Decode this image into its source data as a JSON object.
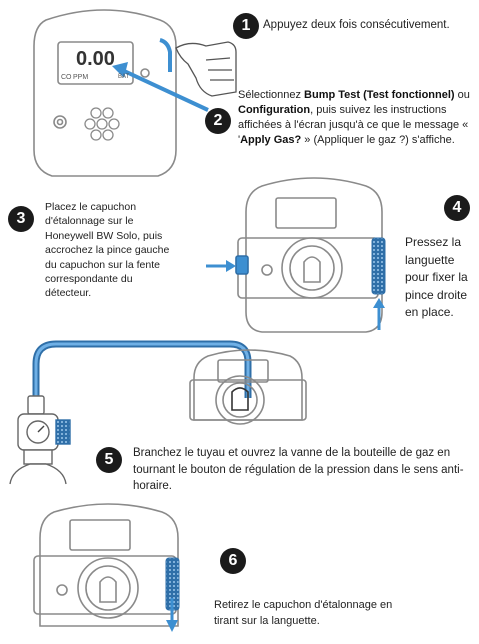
{
  "steps": [
    {
      "number": "1",
      "text": "Appuyez deux fois consécutivement."
    },
    {
      "number": "2",
      "intro": "Sélectionnez ",
      "bold1": "Bump Test (Test fonctionnel)",
      "mid1": " ou ",
      "bold2": "Configuration",
      "mid2": ", puis suivez les instructions affichées à l'écran jusqu'à ce que le message « '",
      "bold3": "Apply Gas?",
      "end": " » (Appliquer le gaz ?) s'affiche."
    },
    {
      "number": "3",
      "text": "Placez le capuchon d'étalonnage sur le Honeywell BW Solo, puis accrochez la pince gauche du capuchon sur la fente correspondante du détecteur."
    },
    {
      "number": "4",
      "text": "Pressez la languette pour fixer la pince droite en place."
    },
    {
      "number": "5",
      "text": "Branchez le tuyau et ouvrez la vanne de la bouteille de gaz en tournant le bouton de régulation de la pression dans le sens anti-horaire."
    },
    {
      "number": "6",
      "text": "Retirez le capuchon d'étalonnage en tirant sur la languette."
    }
  ],
  "device_display": {
    "reading": "0.00",
    "unit": "PPM",
    "gas": "CO",
    "battery": "BAT"
  },
  "colors": {
    "accent_blue": "#3d8fd1",
    "outline": "#8a8a8a",
    "badge": "#1b1b1b"
  }
}
